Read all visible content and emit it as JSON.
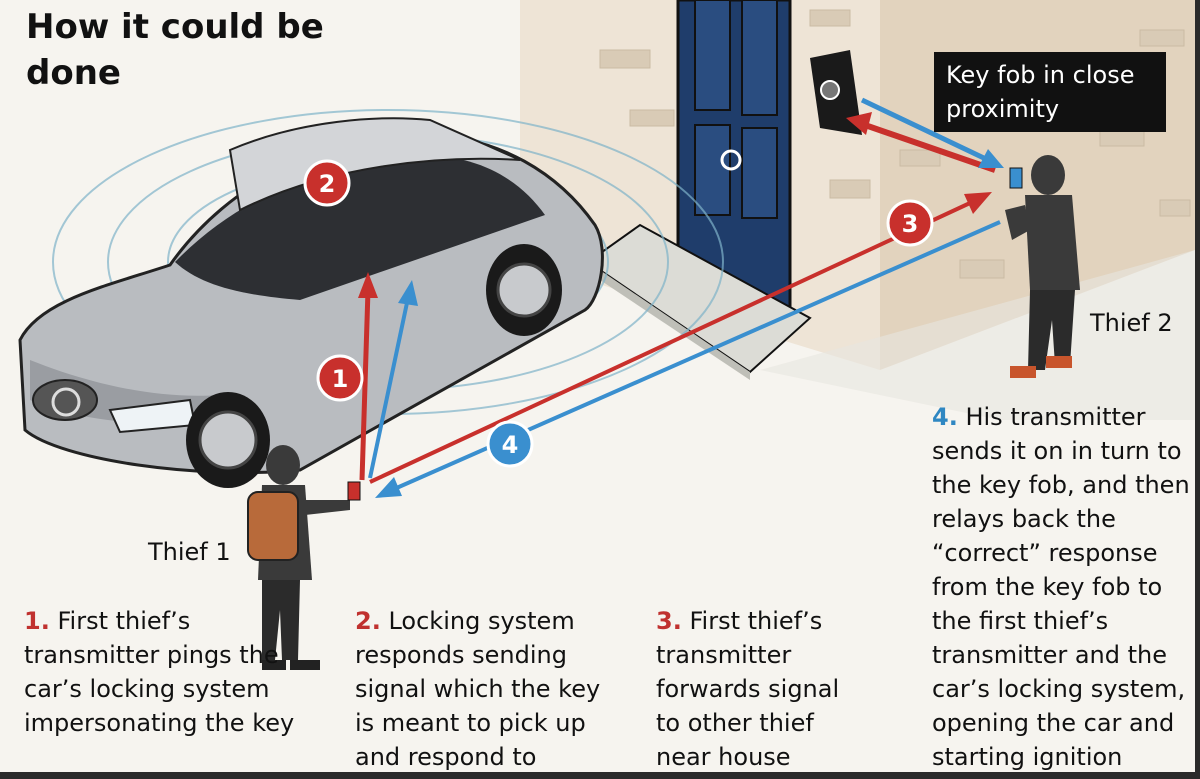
{
  "title": "How it could be done",
  "key_fob_label": "Key fob in close proximity",
  "thief1_label": "Thief 1",
  "thief2_label": "Thief 2",
  "markers": {
    "m1": "1",
    "m2": "2",
    "m3": "3",
    "m4": "4"
  },
  "steps": [
    {
      "num": "1.",
      "text": "First thief’s transmitter pings the car’s locking system impersonating the key"
    },
    {
      "num": "2.",
      "text": "Locking system responds sending signal which the key is meant to pick up and respond to"
    },
    {
      "num": "3.",
      "text": "First thief’s transmitter forwards signal to other thief near house"
    },
    {
      "num": "4.",
      "text": "His transmitter sends it on in turn to the key fob, and then relays back the “correct” response from the key fob to the first thief’s transmitter and the car’s locking system, opening the car and starting ignition"
    }
  ],
  "colors": {
    "red": "#c8302c",
    "blue": "#3a8fcf",
    "door": "#1f3d6b",
    "wall": "#e9ddcc",
    "car": "#b9bcc0"
  }
}
